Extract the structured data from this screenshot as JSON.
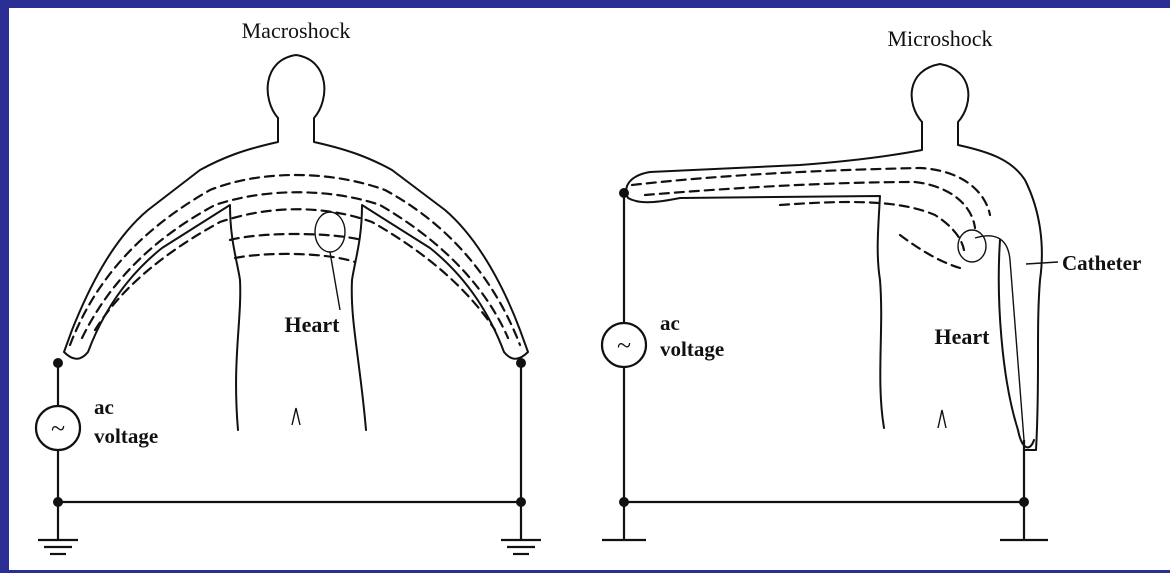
{
  "macro": {
    "title": "Macroshock",
    "heart_label": "Heart",
    "source_label_line1": "ac",
    "source_label_line2": "voltage"
  },
  "micro": {
    "title": "Microshock",
    "heart_label": "Heart",
    "catheter_label": "Catheter",
    "source_label_line1": "ac",
    "source_label_line2": "voltage"
  },
  "colors": {
    "border": "#2b2f95",
    "background": "#ffffff",
    "ink": "#111111"
  }
}
